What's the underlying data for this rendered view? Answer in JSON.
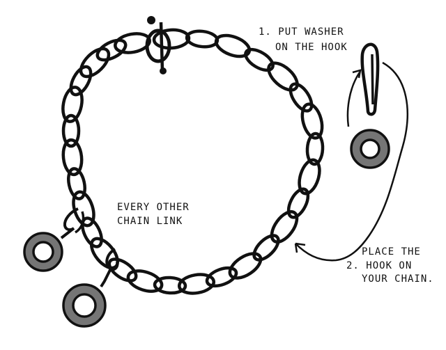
{
  "diagram": {
    "step1": {
      "line1": "1.  PUT  WASHER",
      "line2": "ON THE HOOK"
    },
    "step2": {
      "line1": "PLACE THE",
      "line2": "2. HOOK ON",
      "line3": "YOUR CHAIN."
    },
    "note": {
      "line1": "EVERY OTHER",
      "line2": "CHAIN LINK"
    }
  },
  "colors": {
    "ink": "#111111",
    "washer": "#7a7a7a",
    "background": "#ffffff"
  },
  "icons": [
    "chain-bracelet",
    "toggle-clasp",
    "hook",
    "washer"
  ]
}
